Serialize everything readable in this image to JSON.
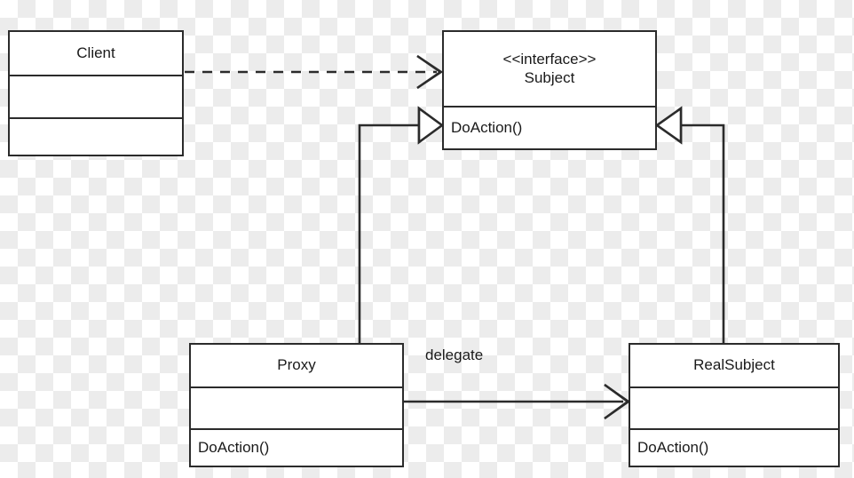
{
  "diagram": {
    "type": "uml-class-diagram",
    "pattern": "Proxy",
    "background": "transparency-checkerboard",
    "line_color": "#2b2b2b",
    "fill_color": "#ffffff",
    "text_color": "#1a1a1a"
  },
  "classes": {
    "client": {
      "name": "Client",
      "stereotype": "",
      "attributes": "",
      "operations": ""
    },
    "subject": {
      "stereotype": "<<interface>>",
      "name": "Subject",
      "operations": "DoAction()"
    },
    "proxy": {
      "name": "Proxy",
      "attributes": "",
      "operations": "DoAction()"
    },
    "realsubject": {
      "name": "RealSubject",
      "attributes": "",
      "operations": "DoAction()"
    }
  },
  "relationships": {
    "client_to_subject": {
      "label": "",
      "kind": "dependency-dashed-open-arrow",
      "from": "Client",
      "to": "Subject"
    },
    "proxy_to_subject": {
      "label": "",
      "kind": "realization-hollow-triangle",
      "from": "Proxy",
      "to": "Subject"
    },
    "realsubject_to_subject": {
      "label": "",
      "kind": "realization-hollow-triangle",
      "from": "RealSubject",
      "to": "Subject"
    },
    "proxy_to_realsubject": {
      "label": "delegate",
      "kind": "association-open-arrow",
      "from": "Proxy",
      "to": "RealSubject"
    }
  }
}
